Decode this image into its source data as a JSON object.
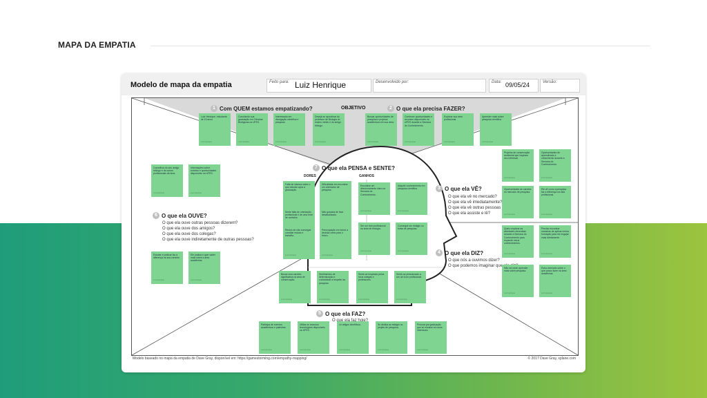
{
  "page": {
    "title": "MAPA DA EMPATIA"
  },
  "header": {
    "title": "Modelo de mapa da empatia",
    "made_for_label": "Feito para:",
    "made_for_value": "Luiz Henrique",
    "developed_by_label": "Desenvolvido por:",
    "developed_by_value": "",
    "date_label": "Data:",
    "date_value": "09/05/24",
    "version_label": "Versão:",
    "version_value": ""
  },
  "objective": "OBJETIVO",
  "sections": {
    "s1": {
      "number": "1",
      "title": "Com QUEM estamos empatizando?"
    },
    "s2": {
      "number": "2",
      "title": "O que ela precisa FAZER?"
    },
    "s3": {
      "number": "3",
      "title": "O que ela VÊ?",
      "questions": [
        "O que ela vê no mercado?",
        "O que ela vê imediatamente?",
        "O que ela vê outras pessoas",
        "O que ela assiste e lê?"
      ]
    },
    "s4": {
      "number": "4",
      "title": "O que ela DIZ?",
      "questions": [
        "O que nós a ouvimos dizer?",
        "O que podemos imaginar que ela diz?"
      ]
    },
    "s5": {
      "number": "5",
      "title": "O que ela FAZ?",
      "questions": [
        "O que ela faz hoje?"
      ]
    },
    "s6": {
      "number": "6",
      "title": "O que ela OUVE?",
      "questions": [
        "O que ela ouve outras pessoas dizerem?",
        "O que ela ouve dos amigos?",
        "O que ela ouve dos colegas?",
        "O que ela ouve indiretamente de outras pessoas?"
      ]
    },
    "s7": {
      "number": "7",
      "title": "O que ela PENSA e SENTE?",
      "pains": "DORES",
      "gains": "GANHOS"
    }
  },
  "notes": {
    "who": [
      "Luiz Henrique, estudante de 19 anos.",
      "Concluindo sua graduação em Ciências Biológicas na UFES.",
      "Interessado em divulgação científica e pesquisa.",
      "Deseja se aproximar do professor de Biologia do ensino médio e do amigo biólogo."
    ],
    "do": [
      "Buscar oportunidades de pesquisa e projetos acadêmicos em sua área.",
      "Conhecer oportunidades e recursos disponíveis na UFES durante a Semana do Conhecimento.",
      "Explorar sua área profissional.",
      "Aprender mais sobre pesquisa científica."
    ],
    "see": [
      "Projetos de conservação ambiental que inspiram seu interesse.",
      "Oportunidades de aprendizado e crescimento durante a Semana do Conhecimento.",
      "Oportunidades de carreira no mercado de pesquisa.",
      "Ele vê como a pesquisa faz a diferença na vida profissional."
    ],
    "say": [
      "Quero explorar as atividades oferecidas durante a Semana do Conhecimento para expandir meus conhecimentos.",
      "Preciso encontrar maneiras de aplicar minha formação para me engajar mais diretamente.",
      "Não sei onde aprender mais sobre pesquisa.",
      "Estou animado sobre o que posso fazer na área acadêmica."
    ],
    "hear": [
      "Conselhos do seu amigo biólogo e de outros profissionais da área.",
      "Informações sobre eventos e oportunidades disponíveis na UFES.",
      "Estudar e praticar faz a diferença na sua carreira.",
      "Ele pratica e quer saber mais sobre a área acadêmica."
    ],
    "pains": [
      "Falta de clareza sobre o que estudar após a graduação.",
      "Dificuldade em encontrar um orientador de pesquisa.",
      "Sente falta de orientação profissional e de uma rede de contatos.",
      "Não gostaria de ficar desatualizado.",
      "Receio de não conseguir conciliar estudo e trabalho.",
      "Preocupação em tomar a decisão certa para o futuro."
    ],
    "gains": [
      "Encontrar um direcionamento claro na Semana do Conhecimento.",
      "Adquirir conhecimento em pesquisa científica.",
      "Ser um bom profissional na área de biologia.",
      "Conseguir um estágio ou bolsa de pesquisa."
    ],
    "behavior": [
      "Busca uma carreira significativa na área de conservação.",
      "Sentimentos de determinação e curiosidade a respeito da pesquisa.",
      "Sente-se inspirado pelos seus colegas e professores.",
      "Sente-se pressionado a ser um bom profissional."
    ],
    "do_now": [
      "Participa de eventos acadêmicos e palestras.",
      "Utiliza os recursos tecnológicos disponíveis na UFES.",
      "Lê artigos científicos.",
      "Se dedica ao estágio no projeto de pesquisa.",
      "Procura por graduação que se encaixe em seus interesses."
    ]
  },
  "note_footer": "Luiz Henrique",
  "footer": {
    "credit_left": "Modelo baseado no mapa da empatia de Dave Gray, disponível em: https://gamestorming.com/empathy-mapping/",
    "credit_right": "© 2017 Dave Gray, xplane.com"
  }
}
